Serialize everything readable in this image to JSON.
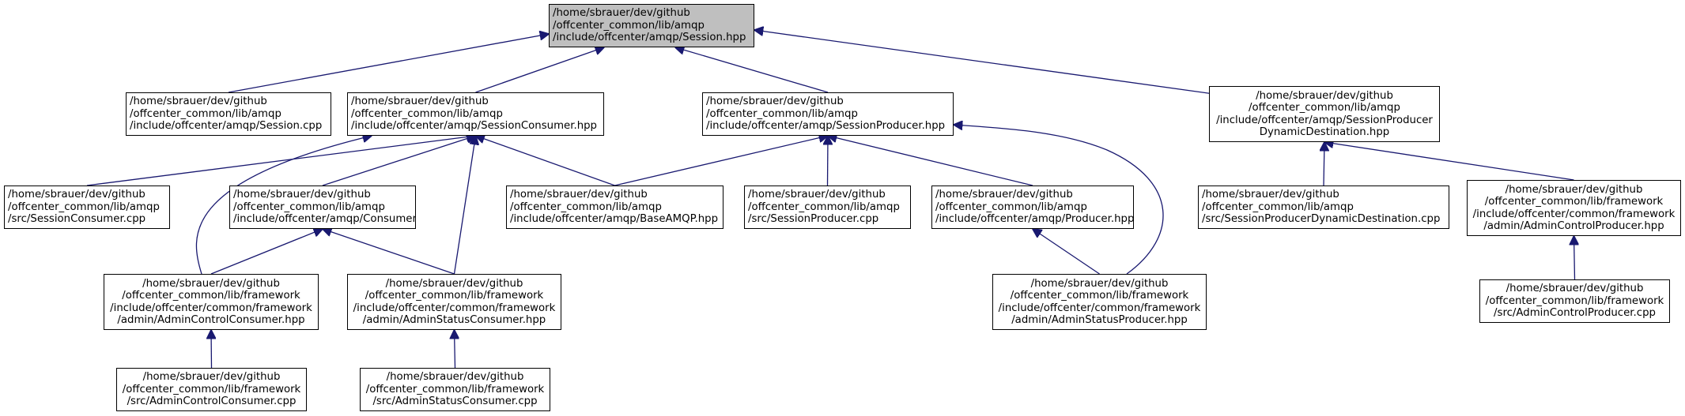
{
  "graph": {
    "nodes": [
      {
        "id": "session_hpp",
        "root": true,
        "lines": [
          "/home/sbrauer/dev/github",
          "/offcenter_common/lib/amqp",
          "/include/offcenter/amqp/Session.hpp"
        ]
      },
      {
        "id": "session_cpp",
        "lines": [
          "/home/sbrauer/dev/github",
          "/offcenter_common/lib/amqp",
          "/include/offcenter/amqp/Session.cpp"
        ]
      },
      {
        "id": "session_consumer_hpp",
        "lines": [
          "/home/sbrauer/dev/github",
          "/offcenter_common/lib/amqp",
          "/include/offcenter/amqp/SessionConsumer.hpp"
        ]
      },
      {
        "id": "session_producer_hpp",
        "lines": [
          "/home/sbrauer/dev/github",
          "/offcenter_common/lib/amqp",
          "/include/offcenter/amqp/SessionProducer.hpp"
        ]
      },
      {
        "id": "session_producer_dyn_hpp",
        "lines": [
          "/home/sbrauer/dev/github",
          "/offcenter_common/lib/amqp",
          "/include/offcenter/amqp/SessionProducer",
          "DynamicDestination.hpp"
        ]
      },
      {
        "id": "session_consumer_cpp",
        "lines": [
          "/home/sbrauer/dev/github",
          "/offcenter_common/lib/amqp",
          "/src/SessionConsumer.cpp"
        ]
      },
      {
        "id": "consumer_hpp",
        "lines": [
          "/home/sbrauer/dev/github",
          "/offcenter_common/lib/amqp",
          "/include/offcenter/amqp/Consumer.hpp"
        ]
      },
      {
        "id": "base_amqp_hpp",
        "lines": [
          "/home/sbrauer/dev/github",
          "/offcenter_common/lib/amqp",
          "/include/offcenter/amqp/BaseAMQP.hpp"
        ]
      },
      {
        "id": "session_producer_cpp",
        "lines": [
          "/home/sbrauer/dev/github",
          "/offcenter_common/lib/amqp",
          "/src/SessionProducer.cpp"
        ]
      },
      {
        "id": "producer_hpp",
        "lines": [
          "/home/sbrauer/dev/github",
          "/offcenter_common/lib/amqp",
          "/include/offcenter/amqp/Producer.hpp"
        ]
      },
      {
        "id": "session_producer_dyn_cpp",
        "lines": [
          "/home/sbrauer/dev/github",
          "/offcenter_common/lib/amqp",
          "/src/SessionProducerDynamicDestination.cpp"
        ]
      },
      {
        "id": "admin_control_producer_hpp",
        "lines": [
          "/home/sbrauer/dev/github",
          "/offcenter_common/lib/framework",
          "/include/offcenter/common/framework",
          "/admin/AdminControlProducer.hpp"
        ]
      },
      {
        "id": "admin_control_consumer_hpp",
        "lines": [
          "/home/sbrauer/dev/github",
          "/offcenter_common/lib/framework",
          "/include/offcenter/common/framework",
          "/admin/AdminControlConsumer.hpp"
        ]
      },
      {
        "id": "admin_status_consumer_hpp",
        "lines": [
          "/home/sbrauer/dev/github",
          "/offcenter_common/lib/framework",
          "/include/offcenter/common/framework",
          "/admin/AdminStatusConsumer.hpp"
        ]
      },
      {
        "id": "admin_status_producer_hpp",
        "lines": [
          "/home/sbrauer/dev/github",
          "/offcenter_common/lib/framework",
          "/include/offcenter/common/framework",
          "/admin/AdminStatusProducer.hpp"
        ]
      },
      {
        "id": "admin_control_producer_cpp",
        "lines": [
          "/home/sbrauer/dev/github",
          "/offcenter_common/lib/framework",
          "/src/AdminControlProducer.cpp"
        ]
      },
      {
        "id": "admin_control_consumer_cpp",
        "lines": [
          "/home/sbrauer/dev/github",
          "/offcenter_common/lib/framework",
          "/src/AdminControlConsumer.cpp"
        ]
      },
      {
        "id": "admin_status_consumer_cpp",
        "lines": [
          "/home/sbrauer/dev/github",
          "/offcenter_common/lib/framework",
          "/src/AdminStatusConsumer.cpp"
        ]
      }
    ],
    "edges": [
      {
        "from": "session_cpp",
        "to": "session_hpp"
      },
      {
        "from": "session_consumer_hpp",
        "to": "session_hpp"
      },
      {
        "from": "session_producer_hpp",
        "to": "session_hpp"
      },
      {
        "from": "session_producer_dyn_hpp",
        "to": "session_hpp"
      },
      {
        "from": "session_consumer_cpp",
        "to": "session_consumer_hpp"
      },
      {
        "from": "consumer_hpp",
        "to": "session_consumer_hpp"
      },
      {
        "from": "base_amqp_hpp",
        "to": "session_consumer_hpp"
      },
      {
        "from": "admin_control_consumer_hpp",
        "to": "session_consumer_hpp"
      },
      {
        "from": "admin_status_consumer_hpp",
        "to": "session_consumer_hpp"
      },
      {
        "from": "base_amqp_hpp",
        "to": "session_producer_hpp"
      },
      {
        "from": "session_producer_cpp",
        "to": "session_producer_hpp"
      },
      {
        "from": "producer_hpp",
        "to": "session_producer_hpp"
      },
      {
        "from": "admin_status_producer_hpp",
        "to": "session_producer_hpp"
      },
      {
        "from": "session_producer_dyn_cpp",
        "to": "session_producer_dyn_hpp"
      },
      {
        "from": "admin_control_producer_hpp",
        "to": "session_producer_dyn_hpp"
      },
      {
        "from": "admin_control_consumer_hpp",
        "to": "consumer_hpp"
      },
      {
        "from": "admin_status_consumer_hpp",
        "to": "consumer_hpp"
      },
      {
        "from": "admin_status_producer_hpp",
        "to": "producer_hpp"
      },
      {
        "from": "admin_control_producer_cpp",
        "to": "admin_control_producer_hpp"
      },
      {
        "from": "admin_control_consumer_cpp",
        "to": "admin_control_consumer_hpp"
      },
      {
        "from": "admin_status_consumer_cpp",
        "to": "admin_status_consumer_hpp"
      }
    ],
    "edge_color": "#191970",
    "root_fill": "#bfbfbf"
  }
}
